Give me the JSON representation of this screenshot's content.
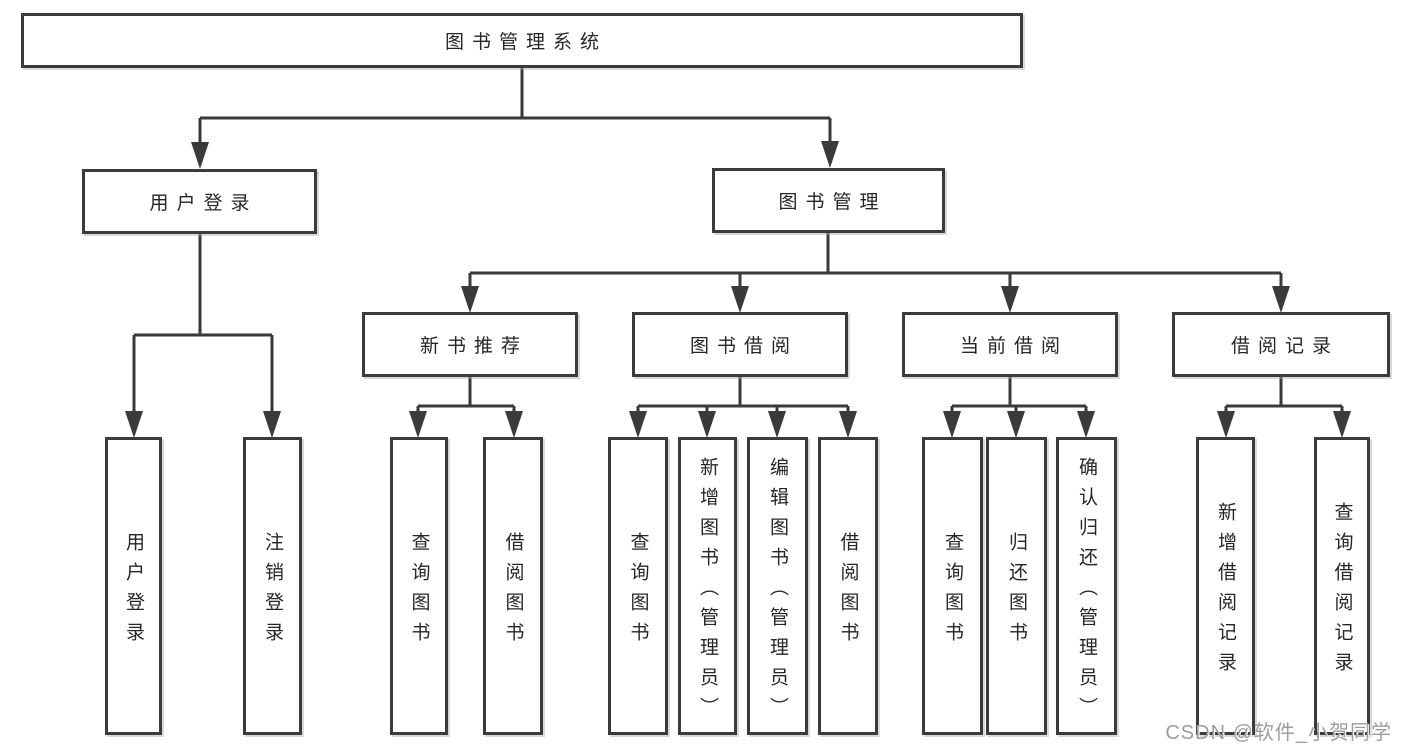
{
  "diagram": {
    "root": {
      "label": "图书管理系统"
    },
    "level2": [
      {
        "label": "用户登录"
      },
      {
        "label": "图书管理"
      }
    ],
    "level3": [
      {
        "label": "新书推荐",
        "parent": "图书管理"
      },
      {
        "label": "图书借阅",
        "parent": "图书管理"
      },
      {
        "label": "当前借阅",
        "parent": "图书管理"
      },
      {
        "label": "借阅记录",
        "parent": "图书管理"
      }
    ],
    "leaves": [
      {
        "label": "用户登录",
        "parent": "用户登录"
      },
      {
        "label": "注销登录",
        "parent": "用户登录"
      },
      {
        "label": "查询图书",
        "parent": "新书推荐"
      },
      {
        "label": "借阅图书",
        "parent": "新书推荐"
      },
      {
        "label": "查询图书",
        "parent": "图书借阅"
      },
      {
        "label": "新增图书（管理员）",
        "parent": "图书借阅"
      },
      {
        "label": "编辑图书（管理员）",
        "parent": "图书借阅"
      },
      {
        "label": "借阅图书",
        "parent": "图书借阅"
      },
      {
        "label": "查询图书",
        "parent": "当前借阅"
      },
      {
        "label": "归还图书",
        "parent": "当前借阅"
      },
      {
        "label": "确认归还（管理员）",
        "parent": "当前借阅"
      },
      {
        "label": "新增借阅记录",
        "parent": "借阅记录"
      },
      {
        "label": "查询借阅记录",
        "parent": "借阅记录"
      }
    ]
  },
  "watermark": {
    "text": "CSDN @软件_小贺同学"
  },
  "colors": {
    "line": "#3a3a3a",
    "box_border": "#3b3b3b",
    "text": "#262626",
    "background": "#ffffff",
    "watermark": "#9d9d9d"
  }
}
